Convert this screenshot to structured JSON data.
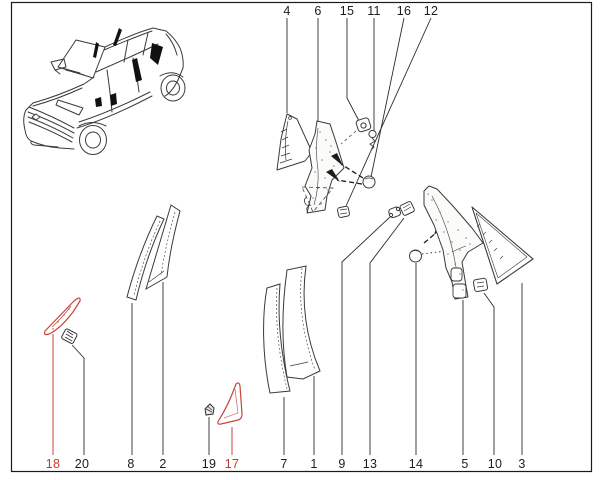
{
  "diagram": {
    "kind": "exploded-parts-diagram",
    "vehicle": "hatchback-crossover-line-drawing",
    "highlight_note_colors": {
      "highlighted_part": "#c43a30",
      "normal_part": "#2b2b2b"
    }
  },
  "callouts": {
    "top": [
      {
        "label": "4",
        "red": false
      },
      {
        "label": "6",
        "red": false
      },
      {
        "label": "15",
        "red": false
      },
      {
        "label": "11",
        "red": false
      },
      {
        "label": "16",
        "red": false
      },
      {
        "label": "12",
        "red": false
      }
    ],
    "bottom": [
      {
        "label": "18",
        "red": true
      },
      {
        "label": "20",
        "red": false
      },
      {
        "label": "8",
        "red": false
      },
      {
        "label": "2",
        "red": false
      },
      {
        "label": "19",
        "red": false
      },
      {
        "label": "17",
        "red": true
      },
      {
        "label": "7",
        "red": false
      },
      {
        "label": "1",
        "red": false
      },
      {
        "label": "9",
        "red": false
      },
      {
        "label": "13",
        "red": false
      },
      {
        "label": "14",
        "red": false
      },
      {
        "label": "5",
        "red": false
      },
      {
        "label": "10",
        "red": false
      },
      {
        "label": "3",
        "red": false
      }
    ]
  },
  "colors": {
    "line": "#2b2b2b",
    "part_outline": "#3a3a3a",
    "highlight_red": "#c5453b",
    "background": "#ffffff"
  }
}
